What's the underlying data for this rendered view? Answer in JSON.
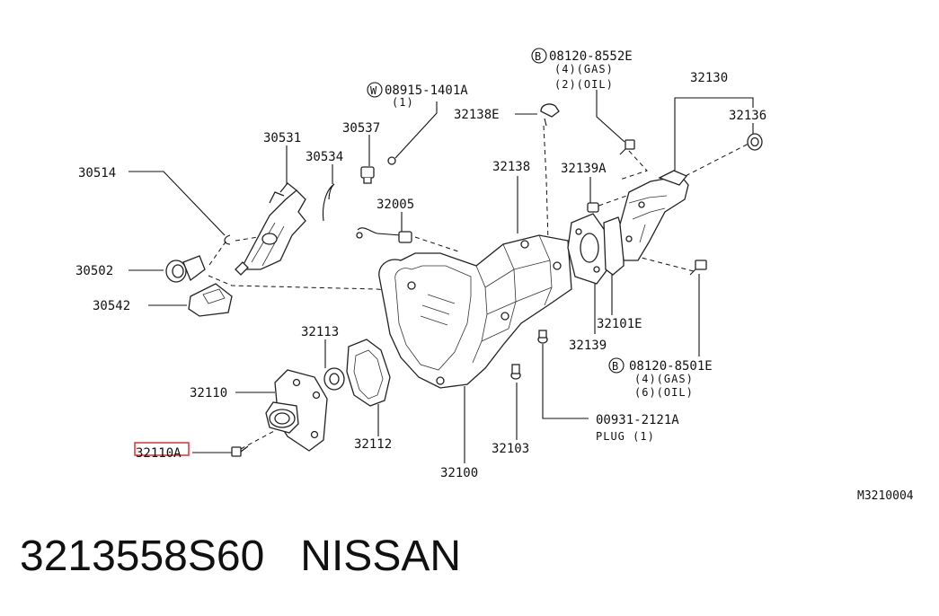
{
  "diagram": {
    "labels": {
      "p30514": "30514",
      "p30502": "30502",
      "p30542": "30542",
      "p30531": "30531",
      "p30534": "30534",
      "p30537": "30537",
      "p32005": "32005",
      "p32113": "32113",
      "p32110": "32110",
      "p32110A": "32110A",
      "p32112": "32112",
      "p32100": "32100",
      "p32103": "32103",
      "p32138": "32138",
      "p32138E": "32138E",
      "p32139A": "32139A",
      "p32139": "32139",
      "p32101E": "32101E",
      "p32130": "32130",
      "p32136": "32136",
      "plug_code": "00931-2121A",
      "plug_label": "PLUG (1)"
    },
    "callouts": {
      "washer": {
        "marker": "W",
        "code": "08915-1401A",
        "qty": "(1)"
      },
      "bolt_top": {
        "marker": "B",
        "code": "08120-8552E",
        "qty_gas": "(4)(GAS)",
        "qty_oil": "(2)(OIL)"
      },
      "bolt_bottom": {
        "marker": "B",
        "code": "08120-8501E",
        "qty_gas": "(4)(GAS)",
        "qty_oil": "(6)(OIL)"
      }
    },
    "figure_ref": "M3210004",
    "highlight_color": "#e03030"
  },
  "caption": {
    "part_number": "3213558S60",
    "brand": "NISSAN"
  }
}
